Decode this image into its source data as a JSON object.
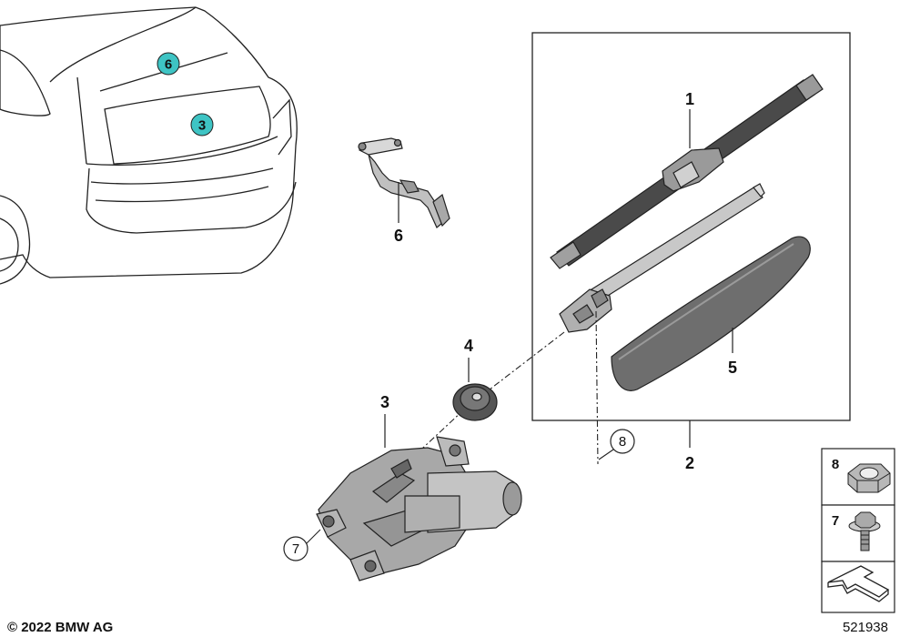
{
  "copyright": "© 2022 BMW AG",
  "diagram_number": "521938",
  "colors": {
    "highlight": "#3ec4c4",
    "outline": "#222222",
    "part_dark": "#4a4a4a",
    "part_mid": "#8c8c8c",
    "part_light": "#c8c8c8"
  },
  "car_markers": {
    "rear_window_label": "6",
    "tailgate_label": "3"
  },
  "callouts": {
    "wiper_blade": "1",
    "wiper_arm_set": "2",
    "motor": "3",
    "grommet": "4",
    "arm_cover": "5",
    "washer_jet": "6",
    "bolt_circle": "7",
    "nut_circle": "8"
  },
  "legend": {
    "nut_label": "8",
    "bolt_label": "7",
    "nut_icon": "hex-nut-icon",
    "bolt_icon": "hex-bolt-icon",
    "arrow_icon": "assembly-arrow-icon"
  }
}
